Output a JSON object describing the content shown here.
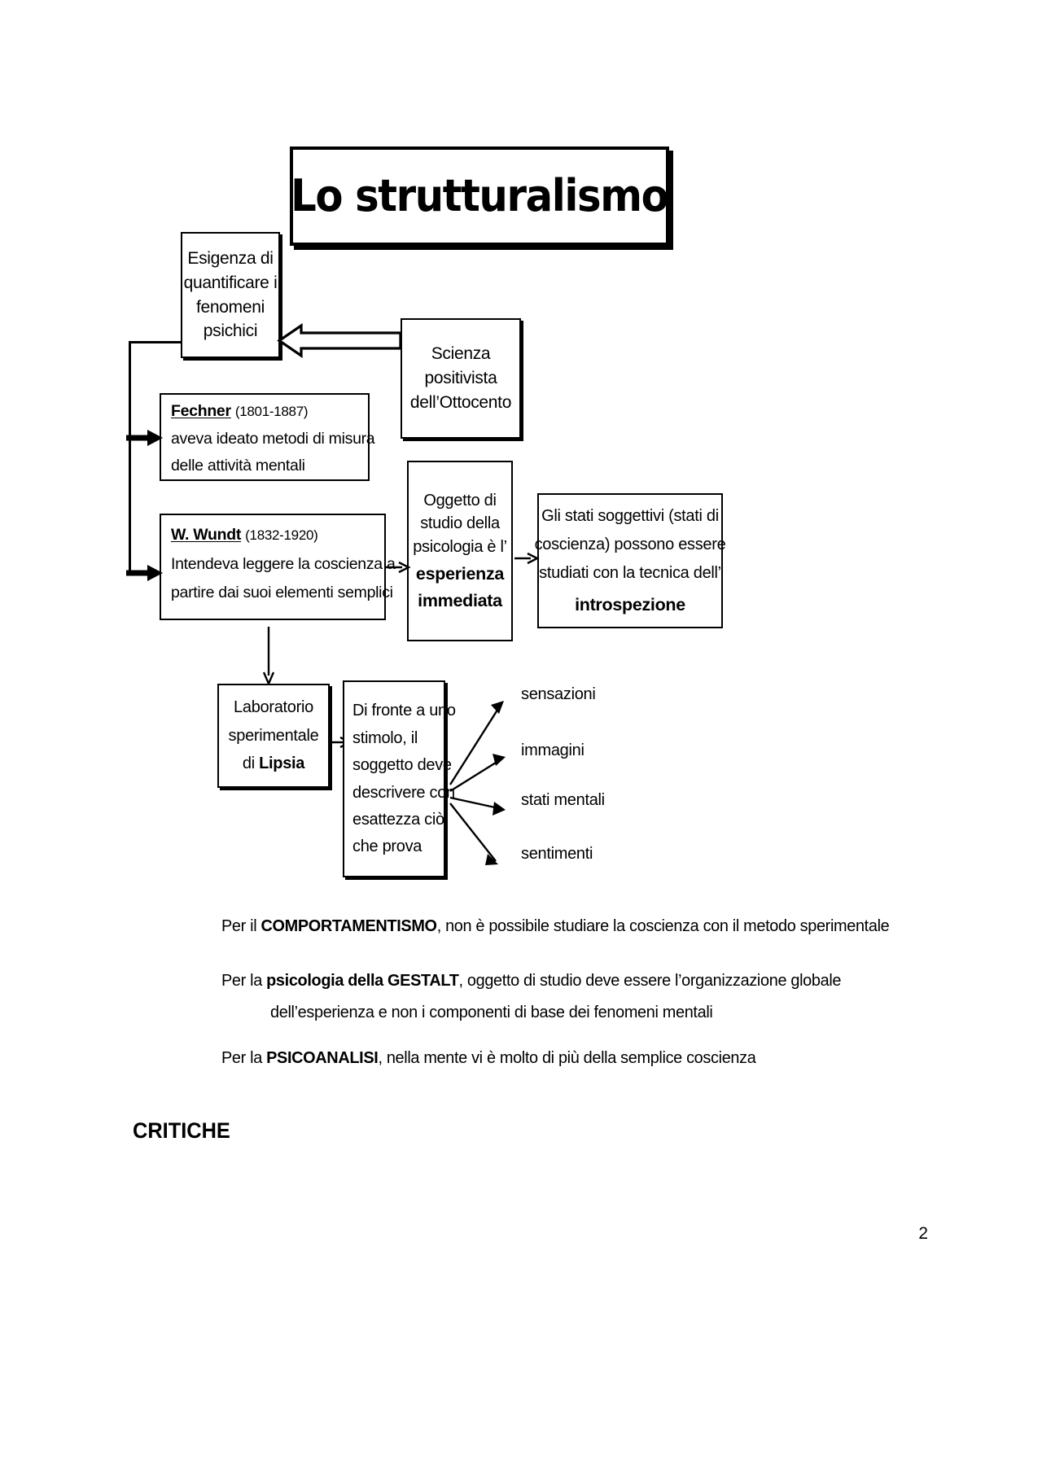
{
  "title": {
    "text": "Lo strutturalismo"
  },
  "nodes": {
    "esigenza": {
      "lines": [
        "Esigenza di",
        "quantificare i",
        "fenomeni",
        "psichici"
      ]
    },
    "scienza": {
      "lines": [
        "Scienza",
        "positivista",
        "dell’Ottocento"
      ]
    },
    "fechner": {
      "name": "Fechner",
      "years": "(1801-1887)",
      "lines": [
        "aveva ideato metodi di misura",
        "delle attività mentali"
      ]
    },
    "wundt": {
      "name": "W. Wundt",
      "years": "(1832-1920)",
      "lines": [
        "Intendeva leggere la coscienza  a",
        "partire dai suoi elementi semplici"
      ]
    },
    "oggetto": {
      "lines": [
        "Oggetto di",
        "studio della",
        "psicologia è l’"
      ],
      "bold_lines": [
        "esperienza",
        "immediata"
      ]
    },
    "stati": {
      "lines": [
        "Gli stati soggettivi (stati di",
        "coscienza) possono essere",
        "studiati con la tecnica dell’"
      ],
      "bold_lines": [
        "introspezione"
      ]
    },
    "laboratorio": {
      "lines": [
        "Laboratorio",
        "sperimentale"
      ],
      "tail_plain": "di ",
      "tail_bold": "Lipsia"
    },
    "stimolo": {
      "lines": [
        "Di fronte a uno",
        "stimolo, il",
        "soggetto  deve",
        "descrivere con",
        "esattezza ciò",
        "che prova"
      ]
    }
  },
  "branches": [
    {
      "label": "sensazioni"
    },
    {
      "label": "immagini"
    },
    {
      "label": "stati mentali"
    },
    {
      "label": "sentimenti"
    }
  ],
  "critiche": {
    "label": "CRITICHE",
    "items": [
      {
        "pre": "Per il ",
        "bold": "COMPORTAMENTISMO",
        "post": ", non è possibile studiare la coscienza con il metodo sperimentale"
      },
      {
        "pre": "Per la ",
        "bold": "psicologia della GESTALT",
        "post": ", oggetto di studio  deve essere l’organizzazione globale"
      },
      {
        "pre": "",
        "bold": "",
        "post": "dell’esperienza e non i componenti di base dei fenomeni mentali"
      },
      {
        "pre": "Per la ",
        "bold": "PSICOANALISI",
        "post": ",  nella mente vi è molto di più della semplice coscienza"
      }
    ]
  },
  "page_number": "2",
  "colors": {
    "ink": "#000000",
    "paper": "#ffffff"
  }
}
